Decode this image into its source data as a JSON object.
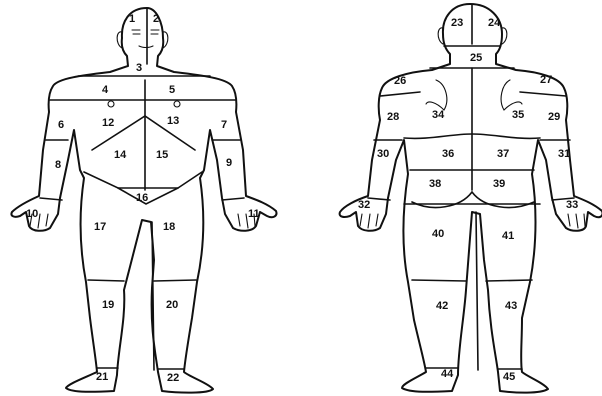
{
  "front_view": {
    "zones": [
      {
        "id": "zone-1",
        "label": "1"
      },
      {
        "id": "zone-2",
        "label": "2"
      },
      {
        "id": "zone-3",
        "label": "3"
      },
      {
        "id": "zone-4",
        "label": "4"
      },
      {
        "id": "zone-5",
        "label": "5"
      },
      {
        "id": "zone-6",
        "label": "6"
      },
      {
        "id": "zone-7",
        "label": "7"
      },
      {
        "id": "zone-8",
        "label": "8"
      },
      {
        "id": "zone-9",
        "label": "9"
      },
      {
        "id": "zone-10",
        "label": "10"
      },
      {
        "id": "zone-11",
        "label": "11"
      },
      {
        "id": "zone-12",
        "label": "12"
      },
      {
        "id": "zone-13",
        "label": "13"
      },
      {
        "id": "zone-14",
        "label": "14"
      },
      {
        "id": "zone-15",
        "label": "15"
      },
      {
        "id": "zone-16",
        "label": "16"
      },
      {
        "id": "zone-17",
        "label": "17"
      },
      {
        "id": "zone-18",
        "label": "18"
      },
      {
        "id": "zone-19",
        "label": "19"
      },
      {
        "id": "zone-20",
        "label": "20"
      },
      {
        "id": "zone-21",
        "label": "21"
      },
      {
        "id": "zone-22",
        "label": "22"
      }
    ]
  },
  "back_view": {
    "zones": [
      {
        "id": "zone-23",
        "label": "23"
      },
      {
        "id": "zone-24",
        "label": "24"
      },
      {
        "id": "zone-25",
        "label": "25"
      },
      {
        "id": "zone-26",
        "label": "26"
      },
      {
        "id": "zone-27",
        "label": "27"
      },
      {
        "id": "zone-28",
        "label": "28"
      },
      {
        "id": "zone-29",
        "label": "29"
      },
      {
        "id": "zone-30",
        "label": "30"
      },
      {
        "id": "zone-31",
        "label": "31"
      },
      {
        "id": "zone-32",
        "label": "32"
      },
      {
        "id": "zone-33",
        "label": "33"
      },
      {
        "id": "zone-34",
        "label": "34"
      },
      {
        "id": "zone-35",
        "label": "35"
      },
      {
        "id": "zone-36",
        "label": "36"
      },
      {
        "id": "zone-37",
        "label": "37"
      },
      {
        "id": "zone-38",
        "label": "38"
      },
      {
        "id": "zone-39",
        "label": "39"
      },
      {
        "id": "zone-40",
        "label": "40"
      },
      {
        "id": "zone-41",
        "label": "41"
      },
      {
        "id": "zone-42",
        "label": "42"
      },
      {
        "id": "zone-43",
        "label": "43"
      },
      {
        "id": "zone-44",
        "label": "44"
      },
      {
        "id": "zone-45",
        "label": "45"
      }
    ]
  },
  "colors": {
    "line": "#111111",
    "background": "#ffffff"
  }
}
